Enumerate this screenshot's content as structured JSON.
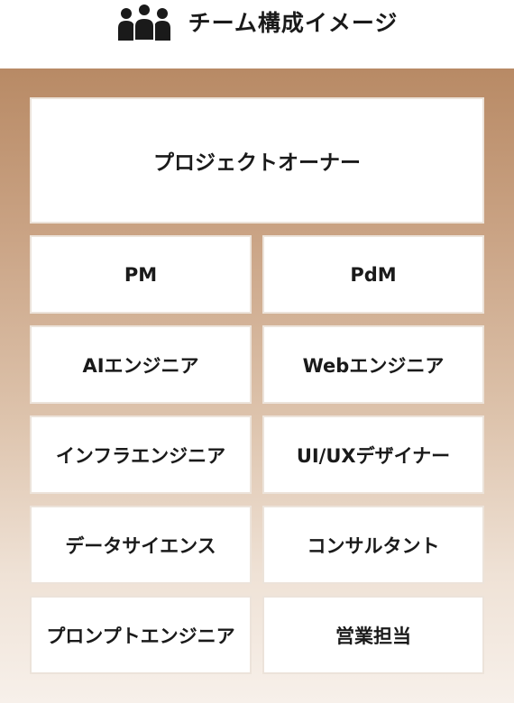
{
  "header": {
    "icon": "team-icon",
    "title": "チーム構成イメージ"
  },
  "colors": {
    "gradient_top": "#b88a65",
    "gradient_bottom": "#f7f0ea",
    "box_background": "#ffffff",
    "text": "#1a1a1a"
  },
  "owner": {
    "label": "プロジェクトオーナー"
  },
  "roles": [
    {
      "left": "PM",
      "right": "PdM"
    },
    {
      "left": "AIエンジニア",
      "right": "Webエンジニア"
    },
    {
      "left": "インフラエンジニア",
      "right": "UI/UXデザイナー"
    },
    {
      "left": "データサイエンス",
      "right": "コンサルタント"
    },
    {
      "left": "プロンプトエンジニア",
      "right": "営業担当"
    }
  ]
}
